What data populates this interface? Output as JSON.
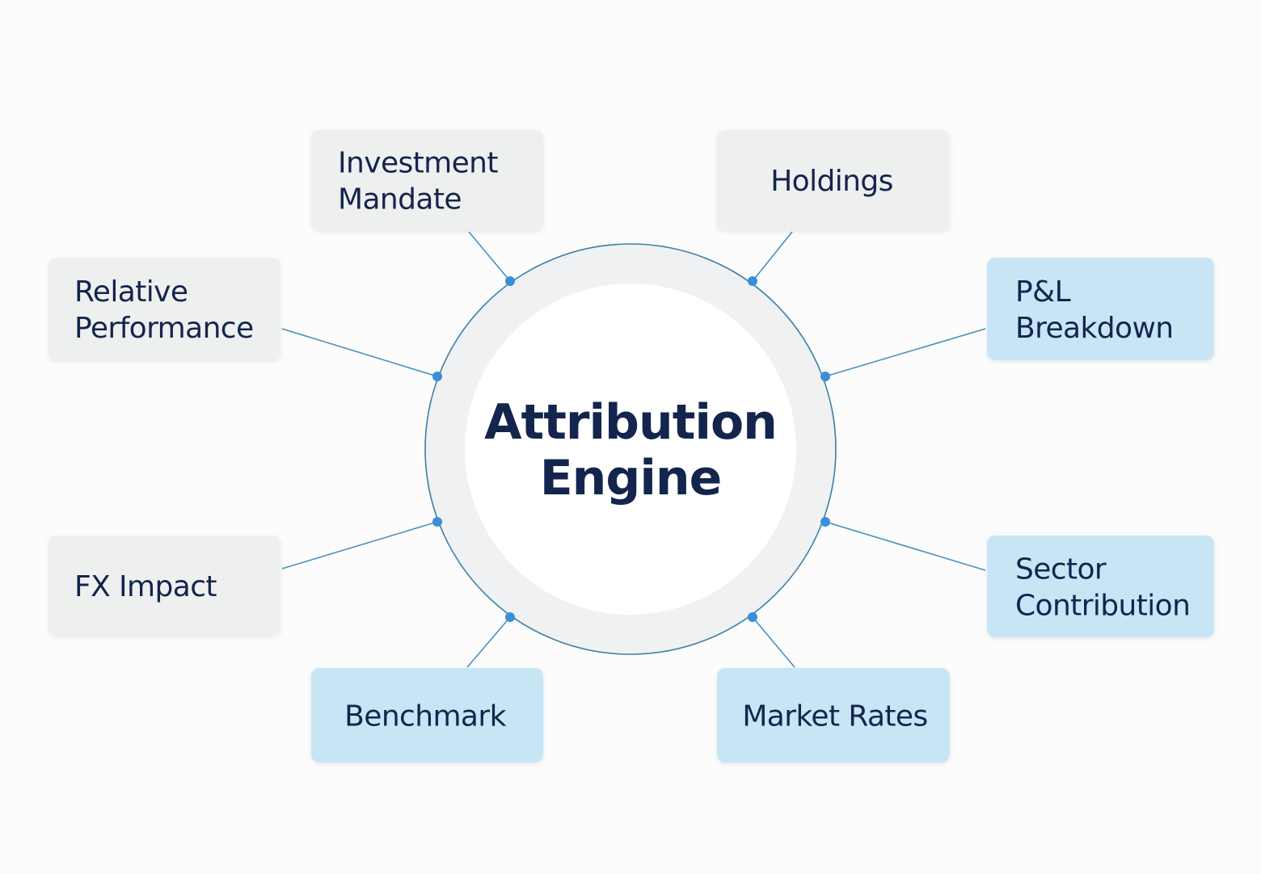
{
  "diagram": {
    "center": {
      "line1": "Attribution",
      "line2": "Engine"
    },
    "nodes": [
      {
        "id": "investment-mandate",
        "lines": [
          "Investment",
          "Mandate"
        ],
        "style": "gray"
      },
      {
        "id": "holdings",
        "lines": [
          "Holdings"
        ],
        "style": "gray"
      },
      {
        "id": "relative-performance",
        "lines": [
          "Relative",
          "Performance"
        ],
        "style": "gray"
      },
      {
        "id": "pl-breakdown",
        "lines": [
          "P&L",
          "Breakdown"
        ],
        "style": "blue"
      },
      {
        "id": "fx-impact",
        "lines": [
          "FX Impact"
        ],
        "style": "gray"
      },
      {
        "id": "sector-contribution",
        "lines": [
          "Sector",
          "Contribution"
        ],
        "style": "blue"
      },
      {
        "id": "benchmark",
        "lines": [
          "Benchmark"
        ],
        "style": "blue"
      },
      {
        "id": "market-rates",
        "lines": [
          "Market Rates"
        ],
        "style": "blue"
      }
    ]
  },
  "colors": {
    "text": "#13254d",
    "connector": "#4a90bf",
    "dot": "#3b8fd6",
    "gray_box": "#eeefef",
    "blue_box": "#c8e5f6",
    "ring": "#eff1f2",
    "ring_outline": "#3f7ea7"
  }
}
